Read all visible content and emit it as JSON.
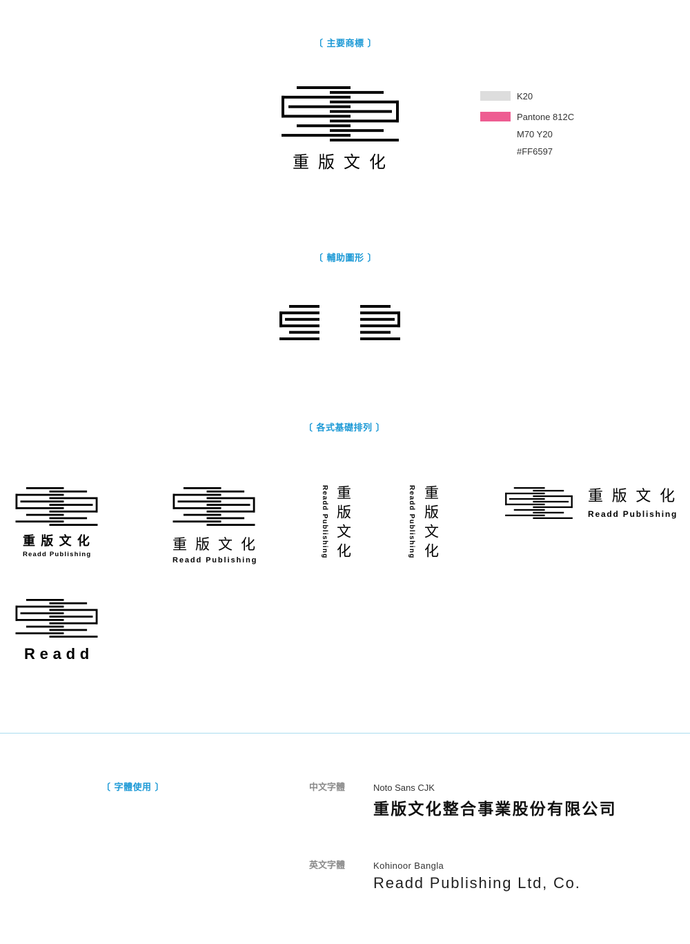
{
  "sections": {
    "main_logo": "〔 主要商標 〕",
    "auxiliary": "〔 輔助圖形 〕",
    "layouts": "〔 各式基礎排列 〕",
    "typography": "〔 字體使用 〕"
  },
  "brand": {
    "name_zh": "重版文化",
    "name_en": "Readd Publishing",
    "short_en": "Readd"
  },
  "colors": {
    "accent": "#1E9AD6",
    "divider": "#A9DDF0",
    "mark": "#000000",
    "swatches": [
      {
        "color": "#DDDDDD",
        "lines": [
          "K20"
        ]
      },
      {
        "color": "#EE5D92",
        "lines": [
          "Pantone 812C",
          "M70 Y20",
          "#FF6597"
        ]
      }
    ]
  },
  "typography": {
    "zh": {
      "label": "中文字體",
      "font": "Noto Sans CJK",
      "sample": "重版文化整合事業股份有限公司"
    },
    "en": {
      "label": "英文字體",
      "font": "Kohinoor Bangla",
      "sample": "Readd Publishing Ltd, Co."
    }
  }
}
